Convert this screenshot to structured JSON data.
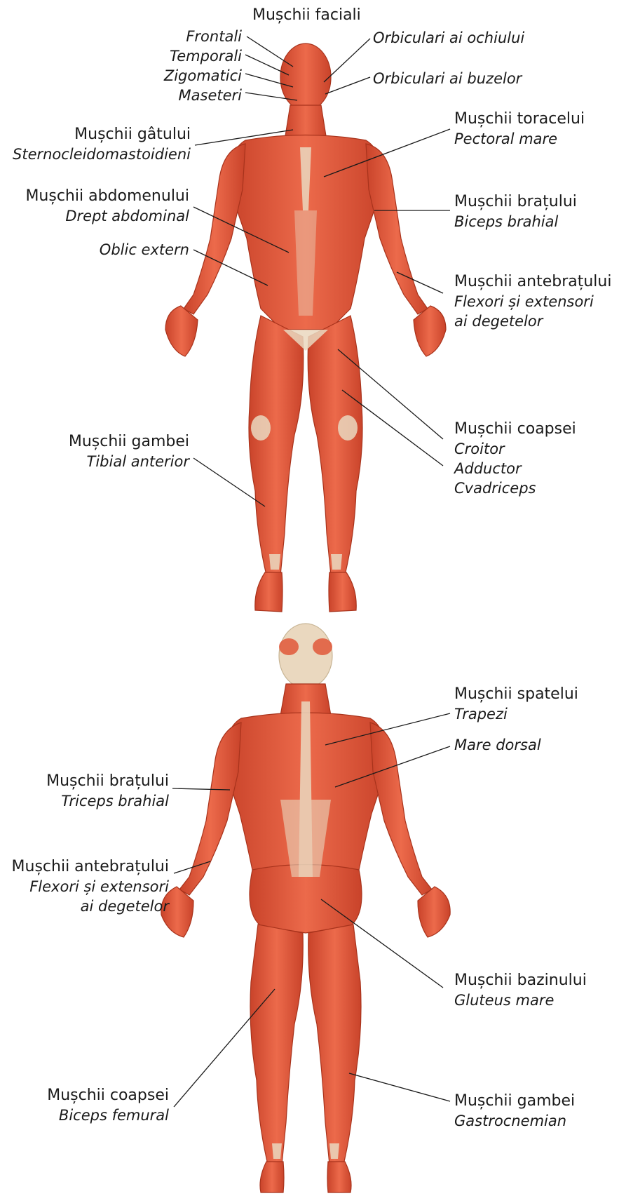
{
  "colors": {
    "muscle": "#e1583a",
    "muscle_dark": "#b8381f",
    "tendon": "#ead8bf",
    "leader": "#1a1a1a"
  },
  "front": {
    "facial": {
      "group": "Mușchii faciali",
      "muscles": [
        "Frontali",
        "Temporali",
        "Zigomatici",
        "Maseteri",
        "Orbiculari ai ochiului",
        "Orbiculari ai buzelor"
      ]
    },
    "neck": {
      "group": "Mușchii gâtului",
      "muscle": "Sternocleidomastoidieni"
    },
    "abdomen": {
      "group": "Mușchii abdomenului",
      "muscle": "Drept abdominal",
      "extra": "Oblic extern"
    },
    "calf": {
      "group": "Mușchii gambei",
      "muscle": "Tibial anterior"
    },
    "thorax": {
      "group": "Mușchii toracelui",
      "muscle": "Pectoral mare"
    },
    "arm": {
      "group": "Mușchii brațului",
      "muscle": "Biceps brahial"
    },
    "forearm": {
      "group": "Mușchii antebrațului",
      "line1": "Flexori și extensori",
      "line2": "ai degetelor"
    },
    "thigh": {
      "group": "Mușchii coapsei",
      "muscles": [
        "Croitor",
        "Adductor",
        "Cvadriceps"
      ]
    }
  },
  "back": {
    "back_muscles": {
      "group": "Mușchii spatelui",
      "muscles": [
        "Trapezi",
        "Mare dorsal"
      ]
    },
    "arm": {
      "group": "Mușchii brațului",
      "muscle": "Triceps brahial"
    },
    "forearm": {
      "group": "Mușchii antebrațului",
      "line1": "Flexori și extensori",
      "line2": "ai degetelor"
    },
    "pelvis": {
      "group": "Mușchii bazinului",
      "muscle": "Gluteus mare"
    },
    "thigh": {
      "group": "Mușchii coapsei",
      "muscle": "Biceps femural"
    },
    "calf": {
      "group": "Mușchii gambei",
      "muscle": "Gastrocnemian"
    }
  }
}
